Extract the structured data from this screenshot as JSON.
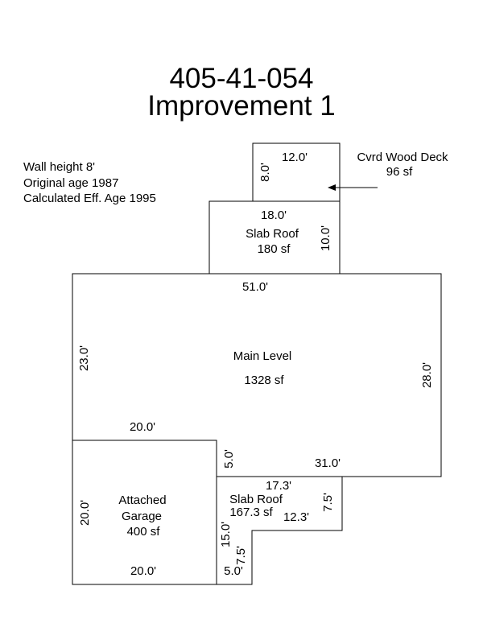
{
  "title": {
    "parcel": "405-41-054",
    "improvement": "Improvement 1"
  },
  "info": {
    "wall_height": "Wall height 8'",
    "original_age": "Original age 1987",
    "eff_age": "Calculated Eff. Age 1995"
  },
  "areas": {
    "deck": {
      "name": "Cvrd Wood Deck",
      "area": "96 sf",
      "top": "12.0'",
      "side": "8.0'"
    },
    "slab_roof_top": {
      "name": "Slab Roof",
      "area": "180 sf",
      "top": "18.0'",
      "side": "10.0'"
    },
    "main": {
      "name": "Main Level",
      "area": "1328 sf",
      "top": "51.0'",
      "left": "23.0'",
      "right": "28.0'",
      "bottom_left": "20.0'",
      "bottom_right": "31.0'",
      "step": "5.0'"
    },
    "garage": {
      "name_line1": "Attached",
      "name_line2": "Garage",
      "area": "400 sf",
      "side": "20.0'",
      "bottom": "20.0'"
    },
    "slab_roof_bottom": {
      "name": "Slab Roof",
      "area": "167.3 sf",
      "top": "17.3'",
      "right": "7.5'",
      "inner": "12.3'",
      "left": "15.0'",
      "step": "7.5'",
      "bottom": "5.0'"
    }
  }
}
